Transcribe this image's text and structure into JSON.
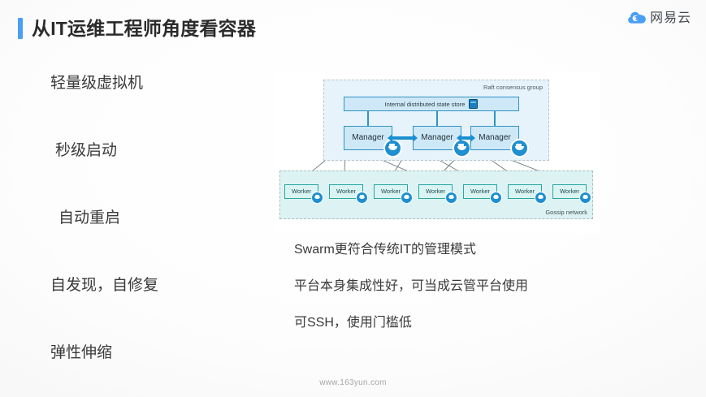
{
  "header": {
    "title": "从IT运维工程师角度看容器",
    "accent_color": "#4a9ef5",
    "brand_name": "网易云",
    "brand_icon": "netease-cloud-icon"
  },
  "bullets": [
    {
      "label": "轻量级虚拟机"
    },
    {
      "label": "秒级启动"
    },
    {
      "label": "自动重启"
    },
    {
      "label": "自发现，自修复"
    },
    {
      "label": "弹性伸缩"
    }
  ],
  "diagram": {
    "raft_group_label": "Raft consensus group",
    "state_store_label": "Internal distributed state store",
    "state_store_icon": "database-icon",
    "managers": [
      {
        "label": "Manager",
        "icon": "docker-whale-icon"
      },
      {
        "label": "Manager",
        "icon": "docker-whale-icon"
      },
      {
        "label": "Manager",
        "icon": "docker-whale-icon"
      }
    ],
    "gossip_group_label": "Gossip network",
    "workers": [
      {
        "label": "Worker",
        "icon": "docker-whale-icon"
      },
      {
        "label": "Worker",
        "icon": "docker-whale-icon"
      },
      {
        "label": "Worker",
        "icon": "docker-whale-icon"
      },
      {
        "label": "Worker",
        "icon": "docker-whale-icon"
      },
      {
        "label": "Worker",
        "icon": "docker-whale-icon"
      },
      {
        "label": "Worker",
        "icon": "docker-whale-icon"
      },
      {
        "label": "Worker",
        "icon": "docker-whale-icon"
      }
    ],
    "colors": {
      "raft_fill": "#e6f3fb",
      "gossip_fill": "#ddf3f3",
      "manager_fill": "#cfe8f7",
      "manager_border": "#2f93c4",
      "worker_fill": "#d9f4f3",
      "worker_border": "#2aa5a0",
      "arrow_blue": "#1a8fd0",
      "link_gray": "#6d7b83"
    }
  },
  "body_text": [
    {
      "line": "Swarm更符合传统IT的管理模式"
    },
    {
      "line": "平台本身集成性好，可当成云管平台使用"
    },
    {
      "line": "可SSH，使用门槛低"
    }
  ],
  "footer": {
    "url": "www.163yun.com"
  }
}
